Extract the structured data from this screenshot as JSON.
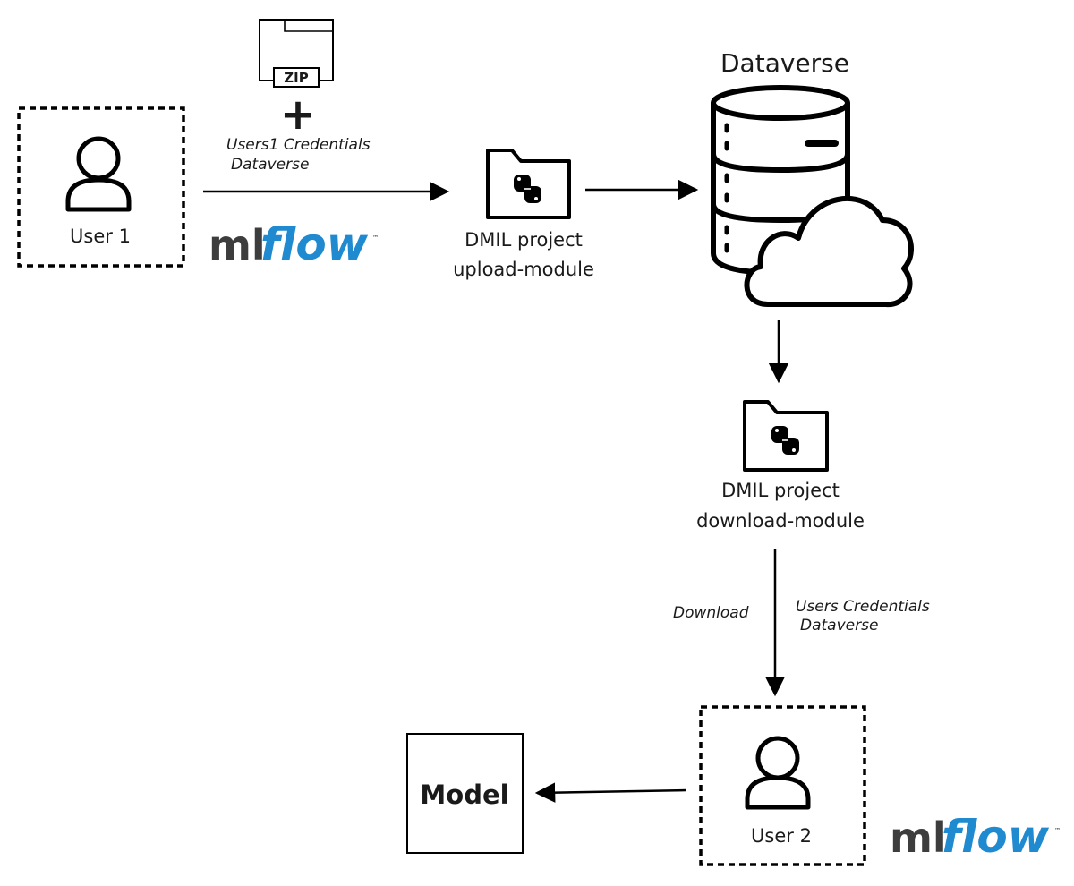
{
  "title": "Dataverse",
  "user1": {
    "label": "User 1"
  },
  "user2": {
    "label": "User 2"
  },
  "zip": {
    "label": "ZIP"
  },
  "plus": {
    "label": "+"
  },
  "credentials1": {
    "line1": "Users1 Credentials",
    "line2": "Dataverse"
  },
  "upload_module": {
    "line1": "DMIL project",
    "line2": "upload-module"
  },
  "download_module": {
    "line1": "DMIL project",
    "line2": "download-module"
  },
  "download_edge": {
    "label": "Download"
  },
  "credentials2": {
    "line1": "Users Credentials",
    "line2": "Dataverse"
  },
  "model": {
    "label": "Model"
  },
  "mlflow_logo": {
    "ml": "ml",
    "flow": "flow",
    "tm": "™"
  },
  "colors": {
    "mlflow_gray": "#3d3d3d",
    "mlflow_blue": "#1f8ad0",
    "stroke": "#000000"
  }
}
